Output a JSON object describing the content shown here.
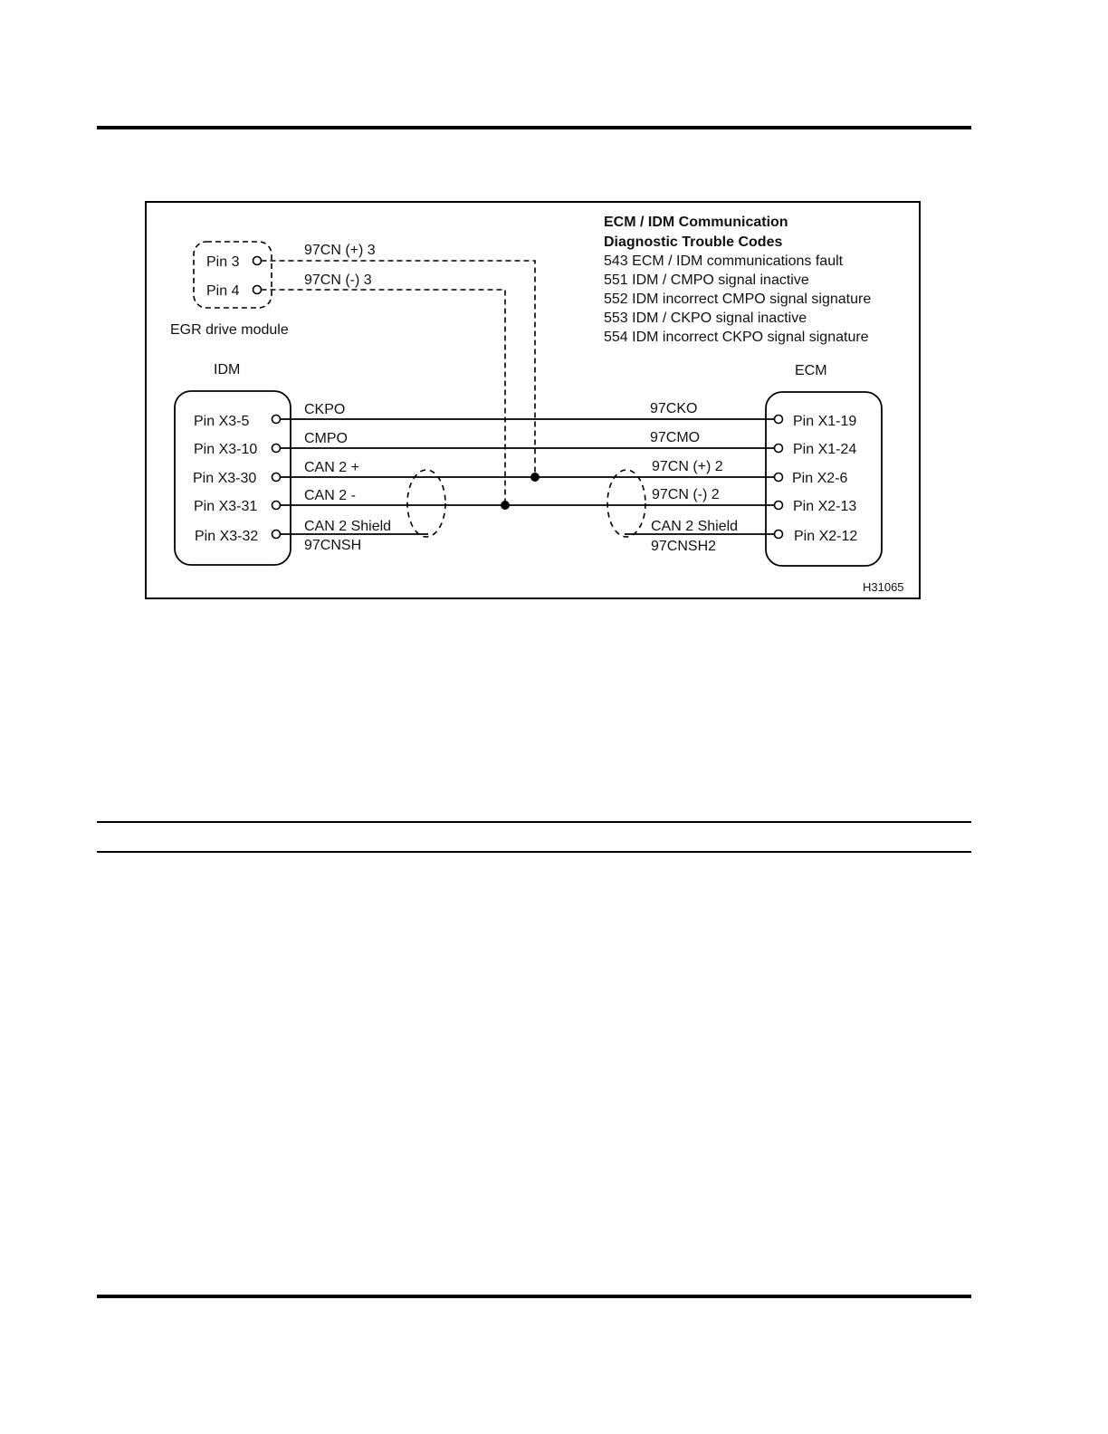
{
  "legend": {
    "title_line1": "ECM / IDM Communication",
    "title_line2": "Diagnostic Trouble Codes",
    "codes": [
      "543 ECM / IDM communications fault",
      "551 IDM / CMPO signal inactive",
      "552 IDM incorrect CMPO signal signature",
      "553 IDM / CKPO signal inactive",
      "554 IDM incorrect CKPO signal signature"
    ]
  },
  "egr_module": {
    "label": "EGR drive module",
    "pins": [
      "Pin 3",
      "Pin 4"
    ],
    "wires": [
      "97CN (+) 3",
      "97CN (-) 3"
    ]
  },
  "idm": {
    "label": "IDM",
    "pins": [
      "Pin X3-5",
      "Pin X3-10",
      "Pin X3-30",
      "Pin X3-31",
      "Pin X3-32"
    ]
  },
  "ecm": {
    "label": "ECM",
    "pins": [
      "Pin X1-19",
      "Pin X1-24",
      "Pin X2-6",
      "Pin X2-13",
      "Pin X2-12"
    ]
  },
  "wires_left": [
    "CKPO",
    "CMPO",
    "CAN 2 +",
    "CAN 2 -",
    "CAN 2 Shield",
    "97CNSH"
  ],
  "wires_right": [
    "97CKO",
    "97CMO",
    "97CN (+) 2",
    "97CN (-) 2",
    "CAN 2 Shield",
    "97CNSH2"
  ],
  "figure_id": "H31065"
}
